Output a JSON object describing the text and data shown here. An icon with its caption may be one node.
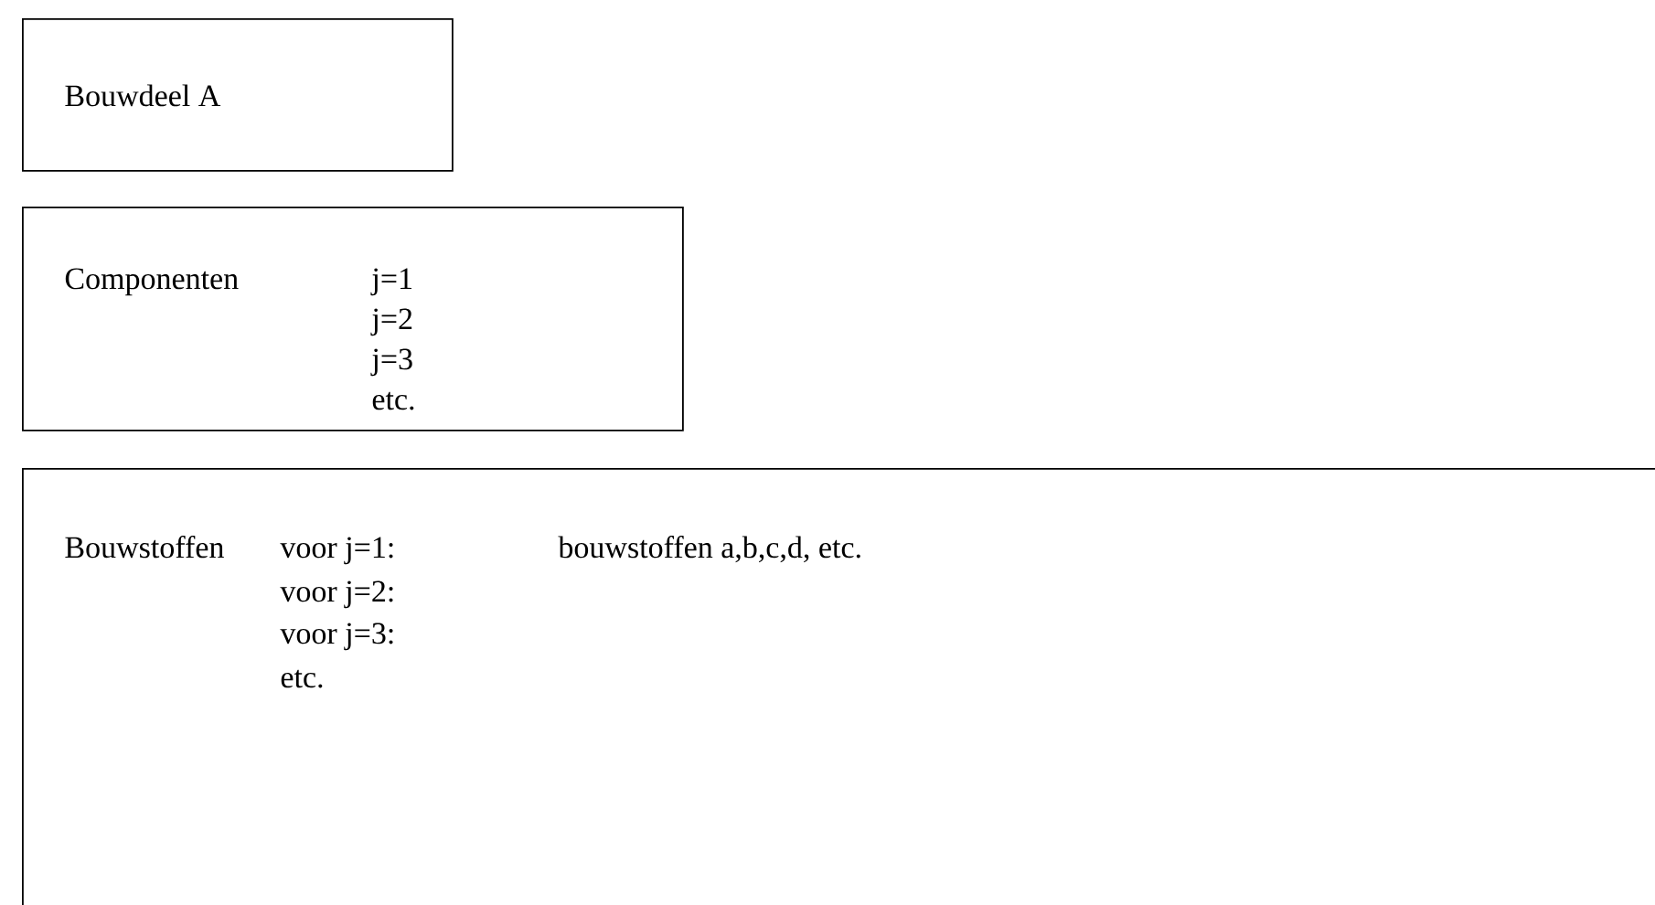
{
  "diagram": {
    "nodes": [
      {
        "text": [
          "Bouwdeel A"
        ]
      },
      {
        "text": [
          "Componenten",
          "j=1",
          "j=2",
          "j=3",
          "etc."
        ]
      },
      {
        "text": [
          "Bouwstoffen",
          "voor j=1:",
          "bouwstoffen a,b,c,d, etc.",
          "voor j=2:",
          "voor j=3:",
          "etc."
        ]
      }
    ]
  }
}
